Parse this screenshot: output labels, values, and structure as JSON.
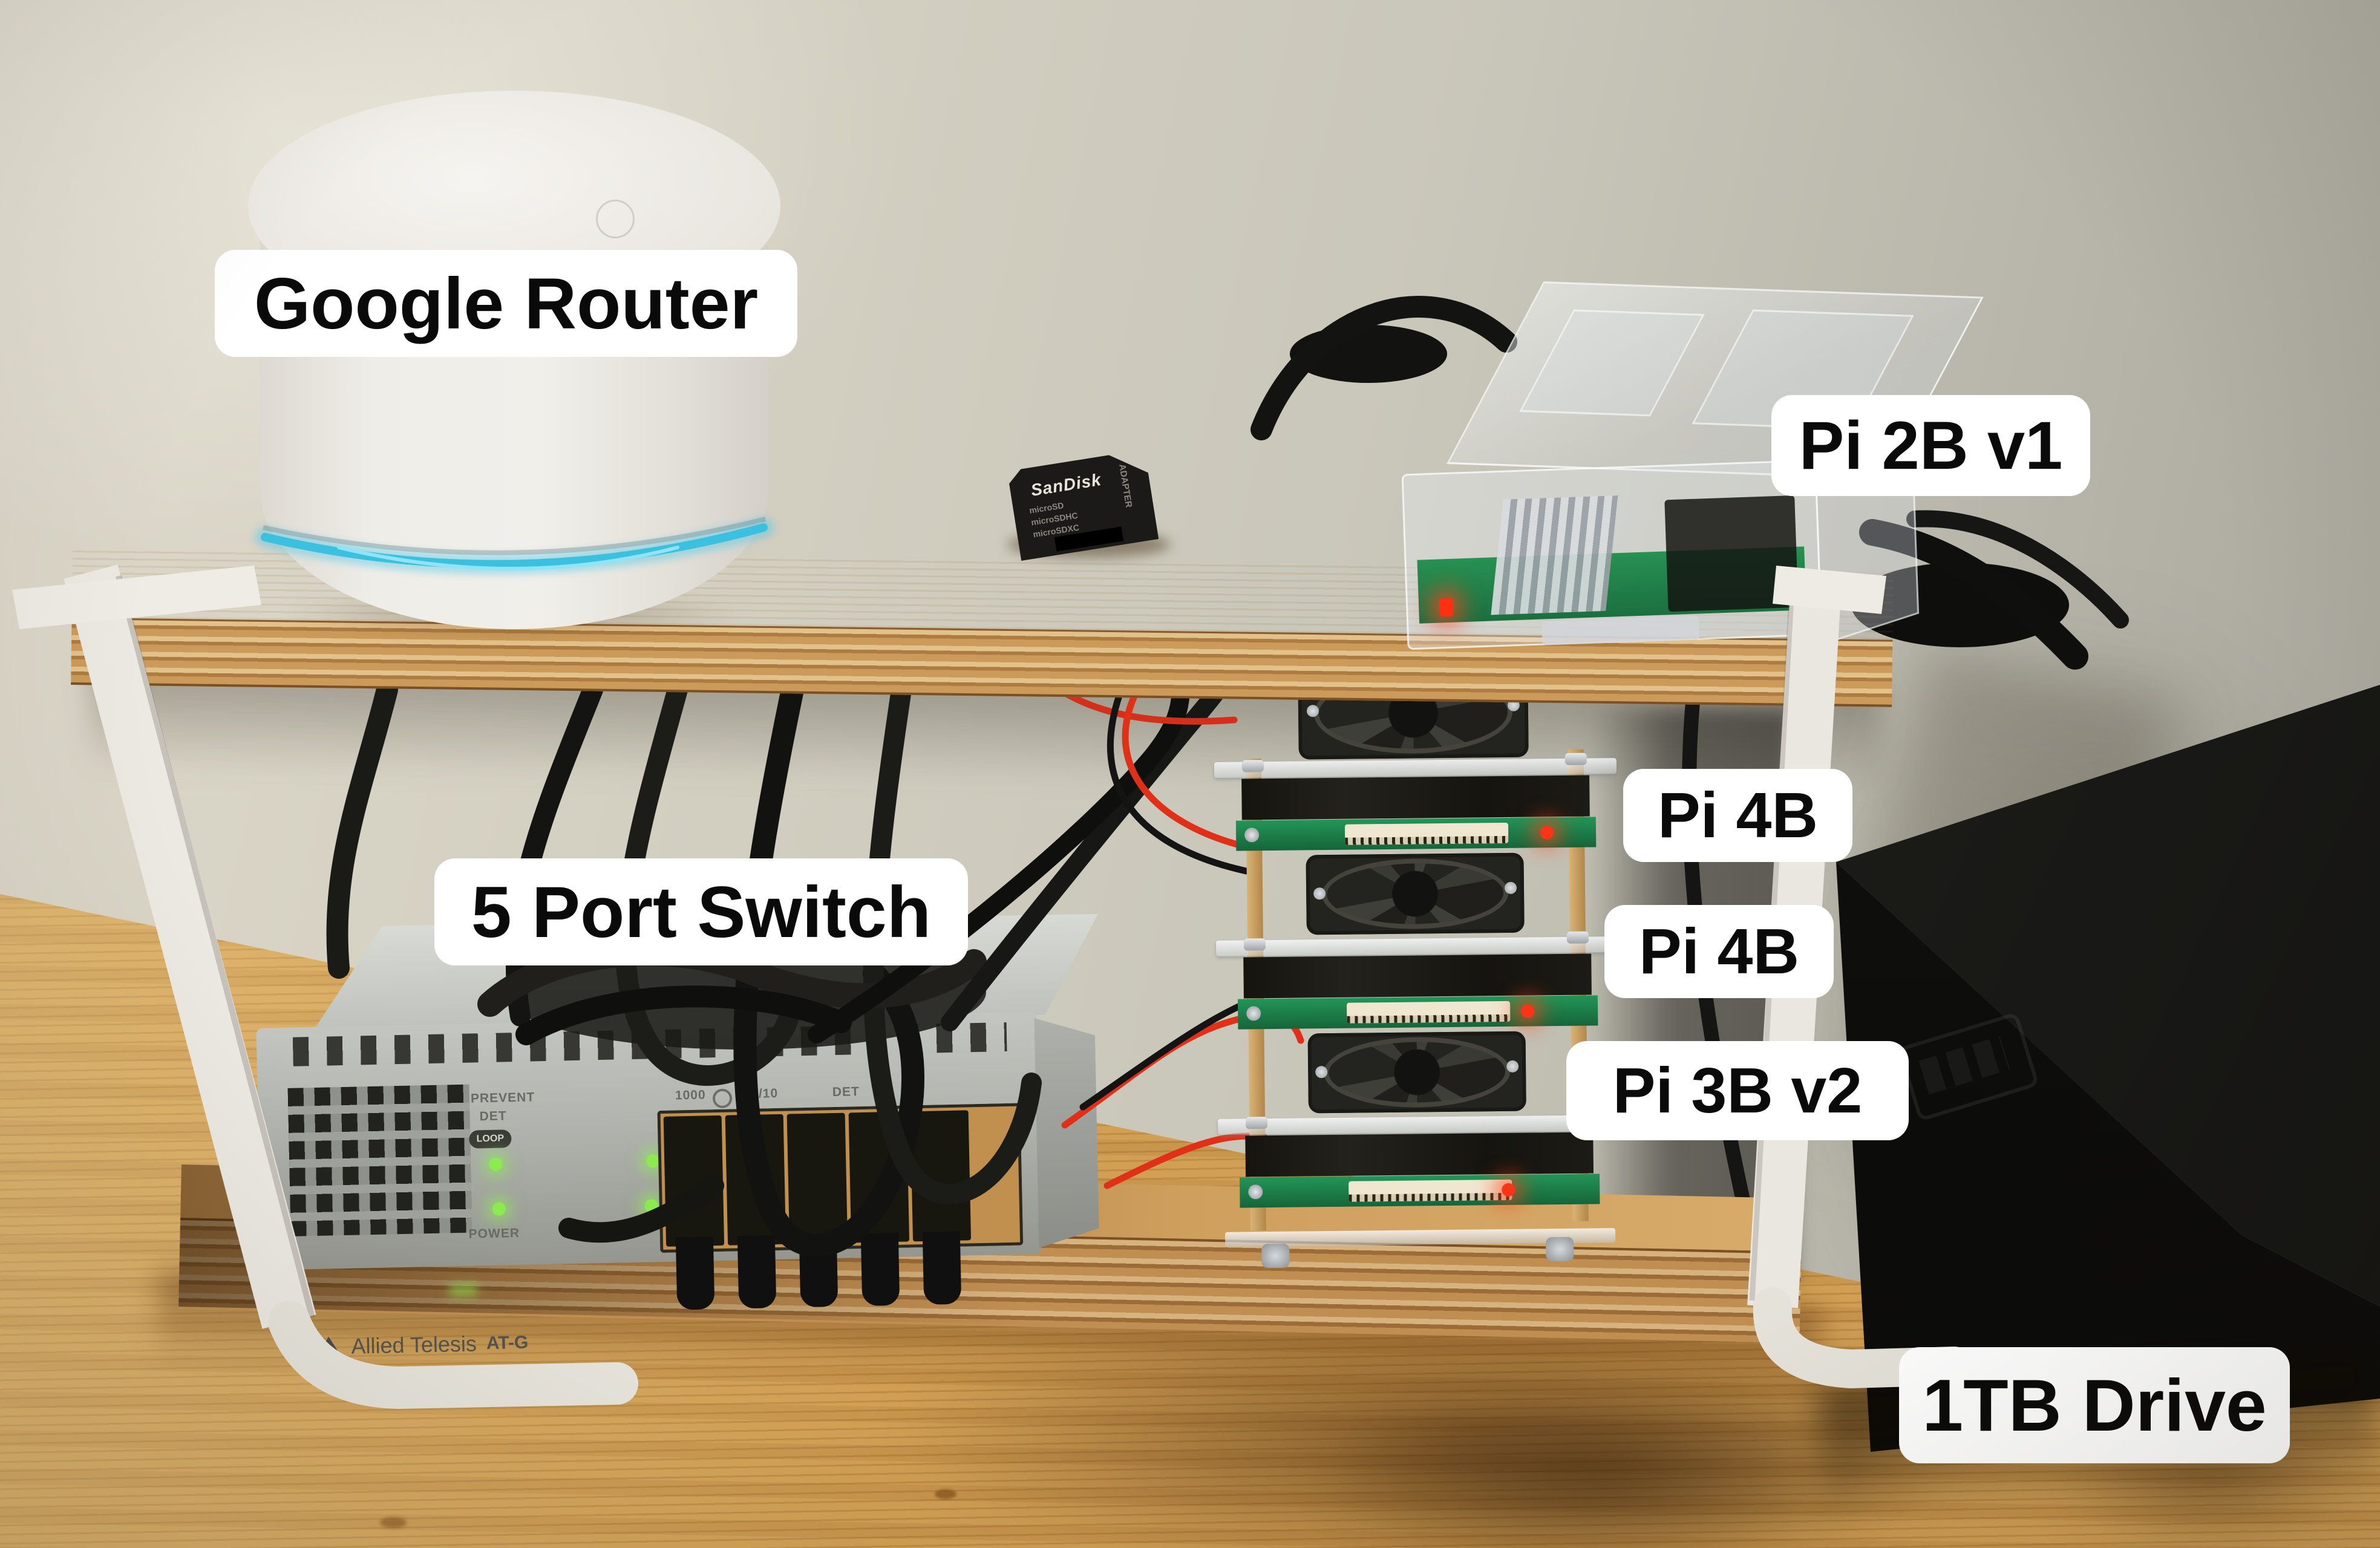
{
  "labels": {
    "google_router": "Google Router",
    "pi_2b": "Pi 2B v1",
    "switch": "5 Port Switch",
    "pi_4b_top": "Pi 4B",
    "pi_4b_mid": "Pi 4B",
    "pi_3b": "Pi 3B v2",
    "drive": "1TB Drive"
  },
  "sd_card": {
    "brand": "SanDisk",
    "line1": "microSD",
    "line2": "microSDHC",
    "line3": "microSDXC",
    "side_label": "ADAPTER"
  },
  "switch_front": {
    "brand": "Allied Telesis",
    "model": "AT-G",
    "led_label_1": "PREVENT",
    "led_label_2": "DET",
    "badge": "LOOP",
    "power_label": "POWER",
    "speed_label_1": "1000",
    "speed_label_2": "100/10",
    "det_label": "DET"
  },
  "icons": {
    "drive_logo": "wd-emblem",
    "router_logo": "g-dot",
    "switch_logo": "allied-telesis-triangle"
  },
  "colors": {
    "label_bg": "#ffffff",
    "label_text": "#0a0a0a",
    "router_ring": "#3cc0e0",
    "led_green": "#8bea4d",
    "led_red": "#ff3417",
    "wall": "#cdcabc",
    "table_wood": "#d2a055",
    "shelf_wood": "#cda164",
    "frame_white": "#ece9e2",
    "switch_grey": "#b0b2ad",
    "drive_black": "#0d0d0c"
  }
}
